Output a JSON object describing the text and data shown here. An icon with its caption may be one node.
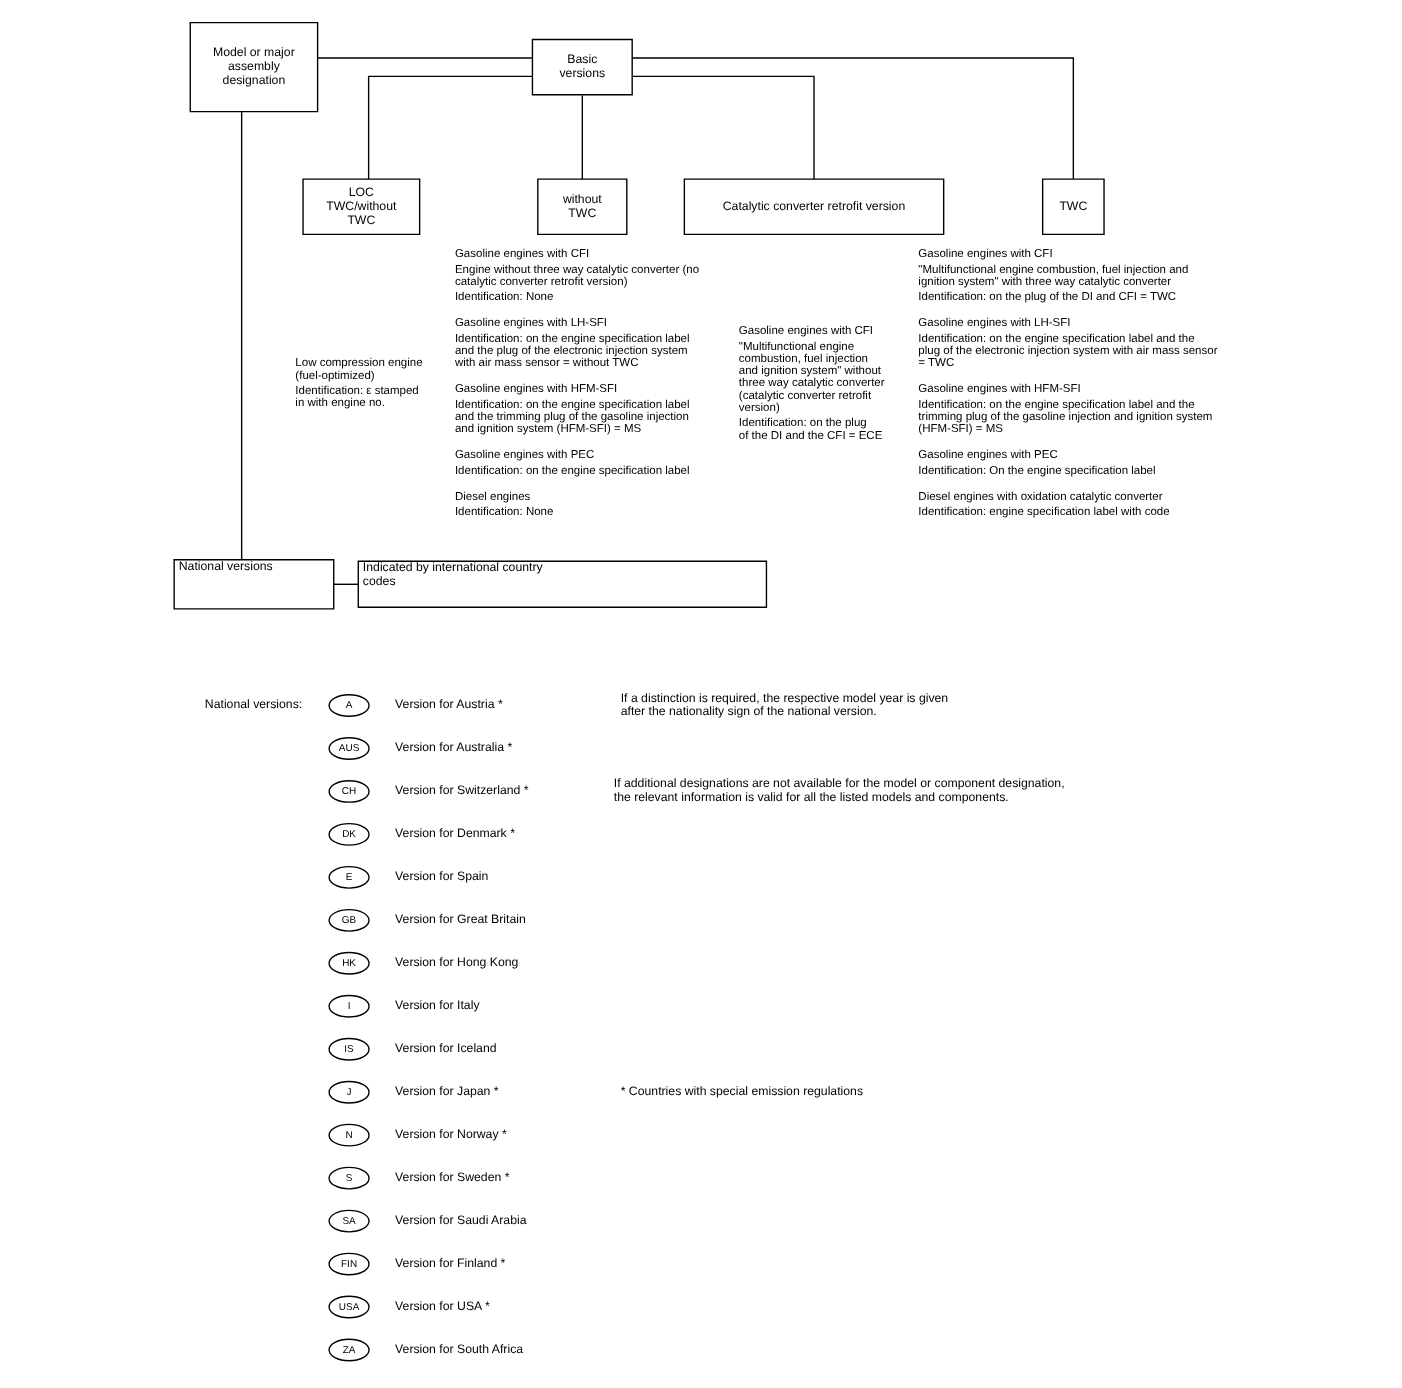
{
  "diagram": {
    "nodes": [
      {
        "text": [
          "Model or major assembly designation"
        ]
      },
      {
        "text": [
          "Basic versions"
        ]
      },
      {
        "text": [
          "LOC TWC/without TWC"
        ],
        "beside": [
          "Low compression engine (fuel-optimized)",
          "Identification: ε stamped in with engine no."
        ]
      },
      {
        "text": [
          "without TWC"
        ],
        "beside": [
          "Gasoline engines with CFI",
          "Engine without three way catalytic converter (no catalytic converter retrofit version)",
          "Identification: None",
          "Gasoline engines with LH-SFI",
          "Identification: on the engine specification label and the plug of the electronic injection system with air mass sensor = without TWC",
          "Gasoline engines with HFM-SFI",
          "Identification: on the engine specification label and the trimming plug of the gasoline injection and ignition system (HFM-SFI) = MS",
          "Gasoline engines with PEC",
          "Identification: on the engine specification label",
          "Diesel engines",
          "Identification: None"
        ]
      },
      {
        "text": [
          "Catalytic converter retrofit version"
        ],
        "beside": [
          "Gasoline engines with CFI",
          "\"Multifunctional engine combustion, fuel injection and ignition system\" without three way catalytic converter (catalytic converter retrofit version)",
          "Identification: on the plug of the DI and the CFI = ECE"
        ]
      },
      {
        "text": [
          "TWC"
        ],
        "beside": [
          "Gasoline engines with CFI",
          "\"Multifunctional engine combustion, fuel injection and ignition system\" with three way catalytic converter",
          "Identification: on the plug of the DI and CFI = TWC",
          "Gasoline engines with LH-SFI",
          "Identification: on the engine specification label and the plug of the electronic injection system with air mass sensor = TWC",
          "Gasoline engines with HFM-SFI",
          "Identification: on the engine specification label and the trimming plug of the gasoline injection and ignition system (HFM-SFI) = MS",
          "Gasoline engines with PEC",
          "Identification: On the engine specification label",
          "Diesel engines with oxidation catalytic converter",
          "Identification: engine specification label with code"
        ]
      },
      {
        "text": [
          "National versions"
        ]
      },
      {
        "text": [
          "Indicated by international country codes"
        ]
      },
      {
        "text": [
          "A"
        ],
        "beside": [
          "Version for Austria *"
        ]
      },
      {
        "text": [
          "AUS"
        ],
        "beside": [
          "Version for Australia *"
        ]
      },
      {
        "text": [
          "CH"
        ],
        "beside": [
          "Version for Switzerland *"
        ]
      },
      {
        "text": [
          "DK"
        ],
        "beside": [
          "Version for Denmark *"
        ]
      },
      {
        "text": [
          "E"
        ],
        "beside": [
          "Version for Spain"
        ]
      },
      {
        "text": [
          "GB"
        ],
        "beside": [
          "Version for Great Britain"
        ]
      },
      {
        "text": [
          "HK"
        ],
        "beside": [
          "Version for Hong Kong"
        ]
      },
      {
        "text": [
          "I"
        ],
        "beside": [
          "Version for Italy"
        ]
      },
      {
        "text": [
          "IS"
        ],
        "beside": [
          "Version for Iceland"
        ]
      },
      {
        "text": [
          "J"
        ],
        "beside": [
          "Version for Japan *"
        ]
      },
      {
        "text": [
          "N"
        ],
        "beside": [
          "Version for Norway *"
        ]
      },
      {
        "text": [
          "S"
        ],
        "beside": [
          "Version for Sweden *"
        ]
      },
      {
        "text": [
          "SA"
        ],
        "beside": [
          "Version for Saudi Arabia"
        ]
      },
      {
        "text": [
          "FIN"
        ],
        "beside": [
          "Version for Finland *"
        ]
      },
      {
        "text": [
          "USA"
        ],
        "beside": [
          "Version for USA *"
        ]
      },
      {
        "text": [
          "ZA"
        ],
        "beside": [
          "Version for South Africa"
        ]
      }
    ],
    "edges": [
      {
        "from": 0,
        "to": 1,
        "arrow": "none"
      },
      {
        "from": 1,
        "to": 2,
        "arrow": "none"
      },
      {
        "from": 1,
        "to": 3,
        "arrow": "none"
      },
      {
        "from": 1,
        "to": 4,
        "arrow": "none"
      },
      {
        "from": 1,
        "to": 5,
        "arrow": "none"
      },
      {
        "from": 0,
        "to": 6,
        "arrow": "none"
      },
      {
        "from": 6,
        "to": 7,
        "arrow": "none"
      }
    ],
    "labels": [
      "National versions:",
      "If a distinction is required, the respective model year is given after the nationality sign of the national version.",
      "If additional designations are not available for the model or component designation, the relevant information is valid for all the listed models and components.",
      "* Countries with special emission regulations"
    ]
  }
}
